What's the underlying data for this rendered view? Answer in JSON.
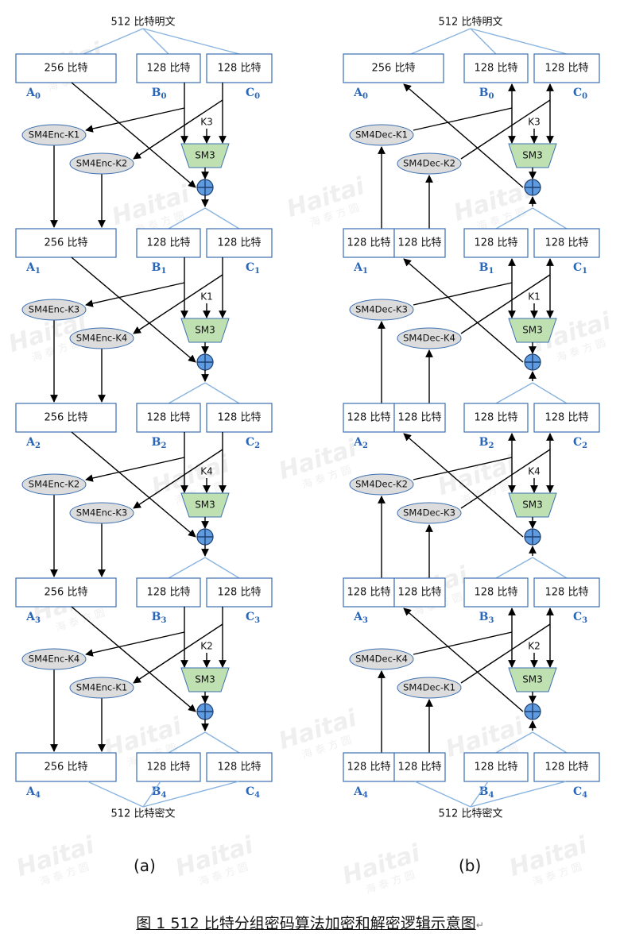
{
  "caption": "图 1   512 比特分组密码算法加密和解密逻辑示意图",
  "panels": [
    {
      "id": "a",
      "label": "(a)",
      "mode": "enc",
      "top_label": "512 比特明文",
      "bottom_label": "512 比特密文",
      "box_256": "256 比特",
      "box_128": "128 比特",
      "sm3": "SM3",
      "rounds": [
        {
          "A": "A0",
          "B": "B0",
          "C": "C0",
          "key": "K3",
          "ell1": "SM4Enc-K1",
          "ell2": "SM4Enc-K2"
        },
        {
          "A": "A1",
          "B": "B1",
          "C": "C1",
          "key": "K1",
          "ell1": "SM4Enc-K3",
          "ell2": "SM4Enc-K4"
        },
        {
          "A": "A2",
          "B": "B2",
          "C": "C2",
          "key": "K4",
          "ell1": "SM4Enc-K2",
          "ell2": "SM4Enc-K3"
        },
        {
          "A": "A3",
          "B": "B3",
          "C": "C3",
          "key": "K2",
          "ell1": "SM4Enc-K4",
          "ell2": "SM4Enc-K1"
        }
      ],
      "final": {
        "A": "A4",
        "B": "B4",
        "C": "C4"
      }
    },
    {
      "id": "b",
      "label": "(b)",
      "mode": "dec",
      "top_label": "512 比特明文",
      "bottom_label": "512 比特密文",
      "box_256": "256 比特",
      "box_128": "128 比特",
      "sm3": "SM3",
      "rounds": [
        {
          "A": "A0",
          "B": "B0",
          "C": "C0",
          "key": "K3",
          "ell1": "SM4Dec-K1",
          "ell2": "SM4Dec-K2"
        },
        {
          "A": "A1",
          "B": "B1",
          "C": "C1",
          "key": "K1",
          "ell1": "SM4Dec-K3",
          "ell2": "SM4Dec-K4"
        },
        {
          "A": "A2",
          "B": "B2",
          "C": "C2",
          "key": "K4",
          "ell1": "SM4Dec-K2",
          "ell2": "SM4Dec-K3"
        },
        {
          "A": "A3",
          "B": "B3",
          "C": "C3",
          "key": "K2",
          "ell1": "SM4Dec-K4",
          "ell2": "SM4Dec-K1"
        }
      ],
      "final": {
        "A": "A4",
        "B": "B4",
        "C": "C4"
      }
    }
  ],
  "watermark": "Haitai",
  "watermark_sub": "海 泰 方 圆",
  "colors": {
    "box_border": "#3b6fb0",
    "label_blue": "#2a66b8",
    "ellipse_fill": "#dcdcdc",
    "sm3_fill": "#bfe0b0",
    "xor_fill": "#5f9be0",
    "split_line": "#8ab4e0",
    "line": "#000000"
  }
}
